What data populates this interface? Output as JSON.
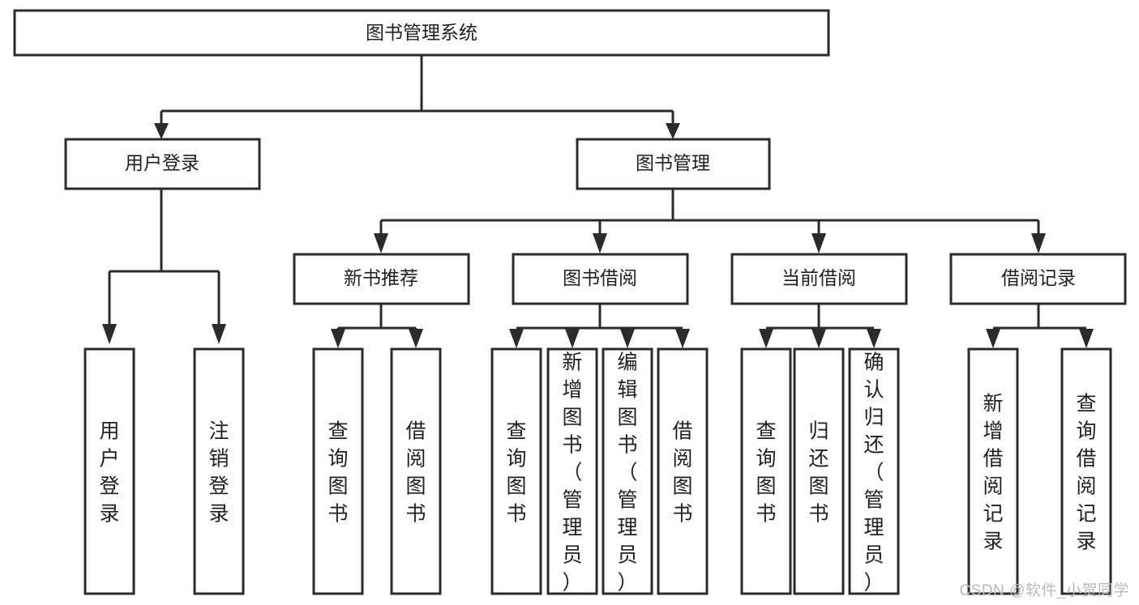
{
  "diagram": {
    "title": "图书管理系统",
    "watermark": "CSDN @软件_小贺同学",
    "colors": {
      "stroke": "#2b2b2b",
      "fill": "#ffffff",
      "text": "#1f1f1f",
      "watermark": "#b9b9b9",
      "background": "#ffffff"
    },
    "root": {
      "id": "root",
      "label": "图书管理系统",
      "orientation": "horizontal"
    },
    "level2": [
      {
        "id": "user-login",
        "label": "用户登录",
        "orientation": "horizontal"
      },
      {
        "id": "book-manage",
        "label": "图书管理",
        "orientation": "horizontal"
      }
    ],
    "level3": [
      {
        "id": "new-book-recommend",
        "label": "新书推荐",
        "orientation": "horizontal",
        "parent": "book-manage"
      },
      {
        "id": "book-borrow",
        "label": "图书借阅",
        "orientation": "horizontal",
        "parent": "book-manage"
      },
      {
        "id": "current-borrow",
        "label": "当前借阅",
        "orientation": "horizontal",
        "parent": "book-manage"
      },
      {
        "id": "borrow-record",
        "label": "借阅记录",
        "orientation": "horizontal",
        "parent": "book-manage"
      }
    ],
    "leaves": [
      {
        "id": "leaf-user-login",
        "label": "用户登录",
        "orientation": "vertical",
        "parent": "user-login"
      },
      {
        "id": "leaf-logout-login",
        "label": "注销登录",
        "orientation": "vertical",
        "parent": "user-login"
      },
      {
        "id": "leaf-query-book-1",
        "label": "查询图书",
        "orientation": "vertical",
        "parent": "new-book-recommend"
      },
      {
        "id": "leaf-borrow-book-1",
        "label": "借阅图书",
        "orientation": "vertical",
        "parent": "new-book-recommend"
      },
      {
        "id": "leaf-query-book-2",
        "label": "查询图书",
        "orientation": "vertical",
        "parent": "book-borrow"
      },
      {
        "id": "leaf-add-book",
        "label": "新增图书（管理员）",
        "orientation": "vertical",
        "parent": "book-borrow"
      },
      {
        "id": "leaf-edit-book",
        "label": "编辑图书（管理员）",
        "orientation": "vertical",
        "parent": "book-borrow"
      },
      {
        "id": "leaf-borrow-book-2",
        "label": "借阅图书",
        "orientation": "vertical",
        "parent": "book-borrow"
      },
      {
        "id": "leaf-query-book-3",
        "label": "查询图书",
        "orientation": "vertical",
        "parent": "current-borrow"
      },
      {
        "id": "leaf-return-book",
        "label": "归还图书",
        "orientation": "vertical",
        "parent": "current-borrow"
      },
      {
        "id": "leaf-confirm-return",
        "label": "确认归还（管理员）",
        "orientation": "vertical",
        "parent": "current-borrow"
      },
      {
        "id": "leaf-add-record",
        "label": "新增借阅记录",
        "orientation": "vertical",
        "parent": "borrow-record"
      },
      {
        "id": "leaf-query-record",
        "label": "查询借阅记录",
        "orientation": "vertical",
        "parent": "borrow-record"
      }
    ]
  }
}
